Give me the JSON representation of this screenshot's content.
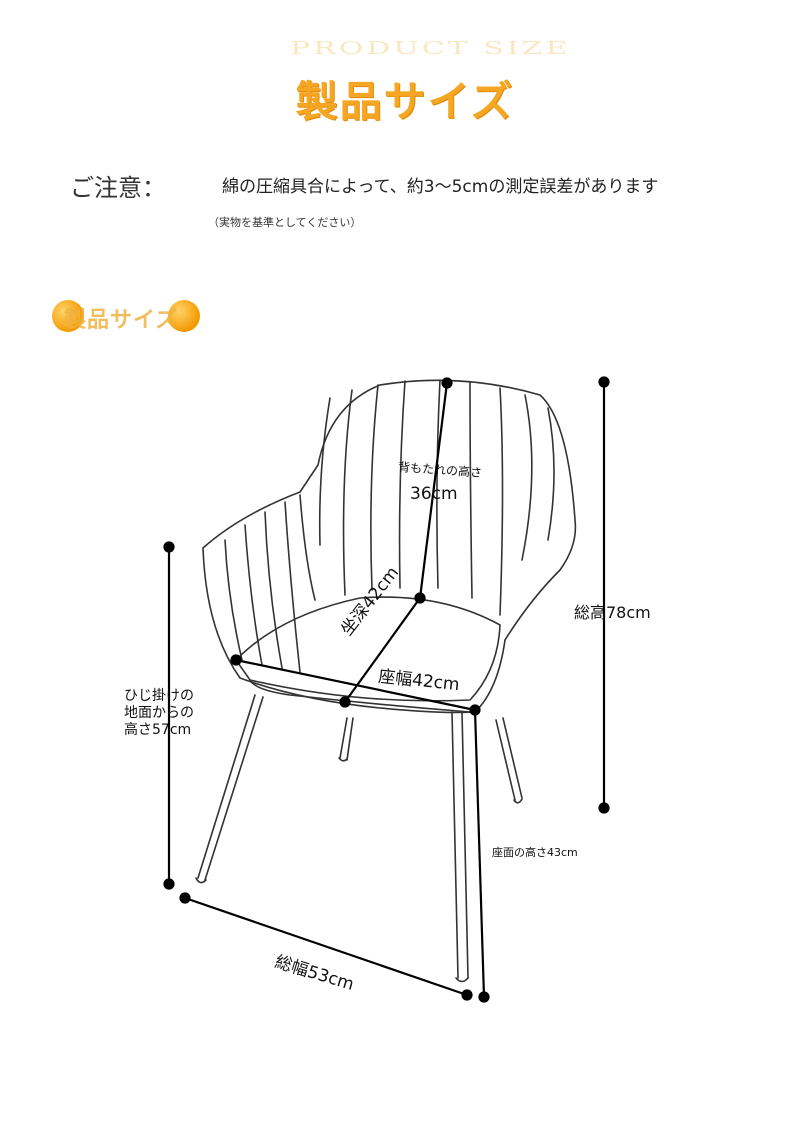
{
  "header": {
    "ghost_title": "PRODUCT SIZE",
    "title": "製品サイズ"
  },
  "notice": {
    "label": "ご注意：",
    "text": "綿の圧縮具合によって、約3〜5cmの測定誤差があります",
    "sub": "（実物を基準としてください）"
  },
  "section": {
    "title": "製品サイズ"
  },
  "dimensions": {
    "back_height_label": "背もたれの高さ",
    "back_height_value": "36cm",
    "seat_depth": "坐深42cm",
    "seat_width": "座幅42cm",
    "total_height": "総高78cm",
    "armrest_height_line1": "ひじ掛けの",
    "armrest_height_line2": "地面からの",
    "armrest_height_line3": "高さ57cm",
    "seat_height": "座面の高さ43cm",
    "total_width": "総幅53cm"
  },
  "colors": {
    "accent": "#f5a623",
    "line": "#000000",
    "chair_stroke": "#333333"
  }
}
